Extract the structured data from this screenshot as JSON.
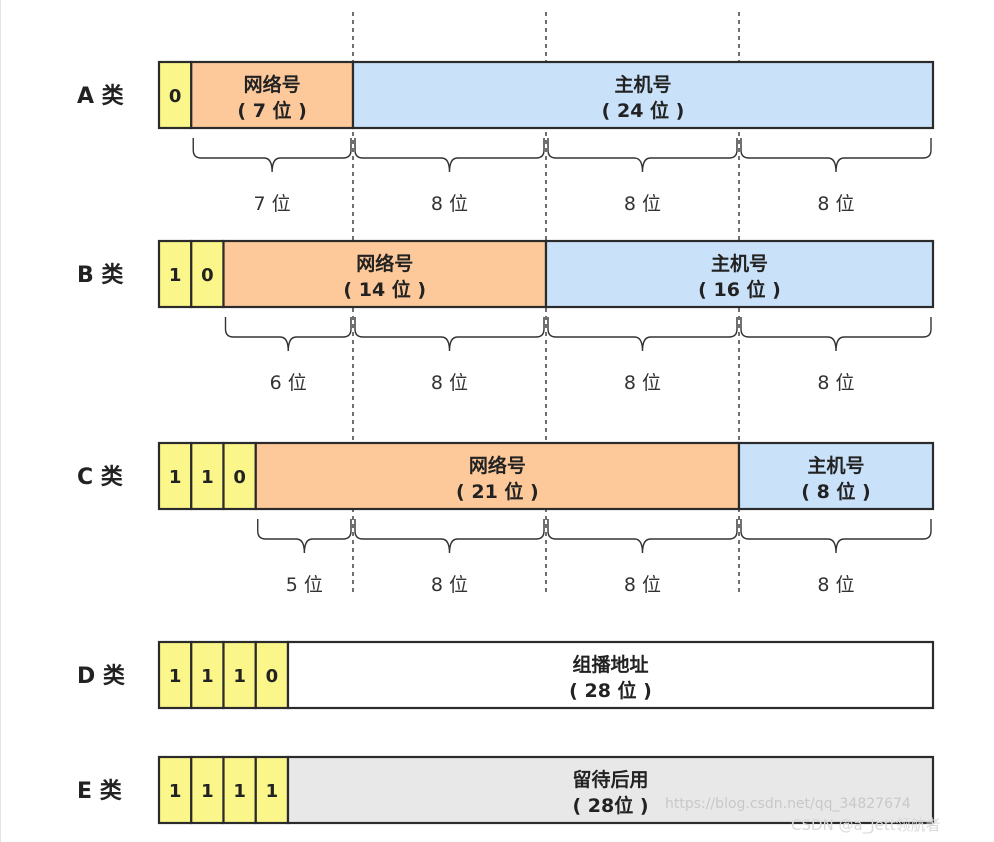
{
  "colors": {
    "prefix_bit": "#fbf68a",
    "network": "#fdc99a",
    "host": "#c9e2fa",
    "multicast": "#ffffff",
    "reserved": "#e8e8e8",
    "stroke": "#2b2b2b"
  },
  "rows": [
    {
      "class_label": "A 类",
      "bits": [
        "0"
      ],
      "fields": [
        {
          "type": "network",
          "name": "网络号",
          "width": "( 7 位 )"
        },
        {
          "type": "host",
          "name": "主机号",
          "width": "( 24 位 )"
        }
      ],
      "segments": [
        "7 位",
        "8 位",
        "8 位",
        "8 位"
      ]
    },
    {
      "class_label": "B 类",
      "bits": [
        "1",
        "0"
      ],
      "fields": [
        {
          "type": "network",
          "name": "网络号",
          "width": "( 14 位 )"
        },
        {
          "type": "host",
          "name": "主机号",
          "width": "( 16 位 )"
        }
      ],
      "segments": [
        "6 位",
        "8 位",
        "8 位",
        "8 位"
      ]
    },
    {
      "class_label": "C 类",
      "bits": [
        "1",
        "1",
        "0"
      ],
      "fields": [
        {
          "type": "network",
          "name": "网络号",
          "width": "( 21 位 )"
        },
        {
          "type": "host",
          "name": "主机号",
          "width": "( 8 位 )"
        }
      ],
      "segments": [
        "5 位",
        "8 位",
        "8 位",
        "8 位"
      ]
    },
    {
      "class_label": "D 类",
      "bits": [
        "1",
        "1",
        "1",
        "0"
      ],
      "fields": [
        {
          "type": "multicast",
          "name": "组播地址",
          "width": "( 28 位 )"
        }
      ],
      "segments": []
    },
    {
      "class_label": "E 类",
      "bits": [
        "1",
        "1",
        "1",
        "1"
      ],
      "fields": [
        {
          "type": "reserved",
          "name": "留待后用",
          "width": "( 28位 )"
        }
      ],
      "segments": []
    }
  ],
  "watermarks": {
    "url": "https://blog.csdn.net/qq_34827674",
    "credit": "CSDN @a_Jett领航者"
  }
}
